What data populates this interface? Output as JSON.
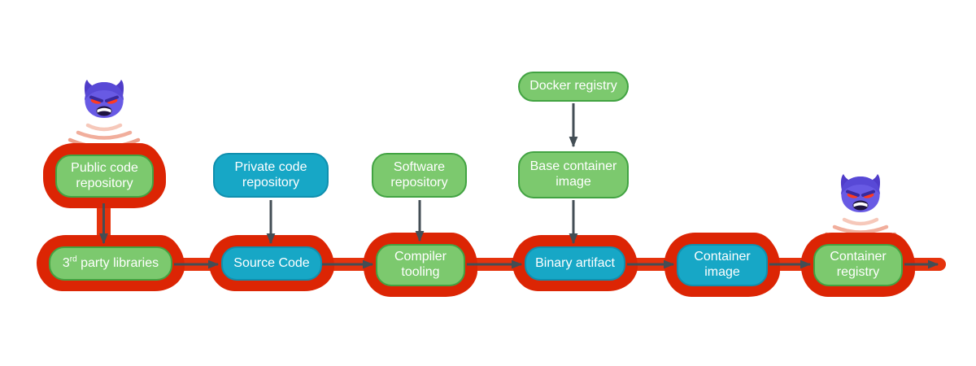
{
  "diagram_name": "software-supply-chain-attack-surface",
  "colors": {
    "safe_green": "#7cc96e",
    "safe_green_border": "#42a342",
    "teal": "#17a7c6",
    "teal_border": "#0f8fae",
    "compromise_red": "#dc2504",
    "attack_flow_red": "#e5330d",
    "arrow_dark": "#434e55",
    "attacker_purple": "#685ae4",
    "wave_pink": "#f1ae9c"
  },
  "nodes": {
    "docker_registry": {
      "label": "Docker registry",
      "variant": "green",
      "compromised": false
    },
    "public_code_repository": {
      "label": "Public code repository",
      "variant": "green",
      "compromised": true
    },
    "private_code_repository": {
      "label": "Private code repository",
      "variant": "teal",
      "compromised": false
    },
    "software_repository": {
      "label": "Software repository",
      "variant": "green",
      "compromised": false
    },
    "base_container_image": {
      "label": "Base container image",
      "variant": "green",
      "compromised": false
    },
    "third_party_libraries": {
      "label_prefix": "3",
      "label_sup": "rd",
      "label_rest": " party libraries",
      "variant": "green",
      "compromised": true
    },
    "source_code": {
      "label": "Source Code",
      "variant": "teal",
      "compromised": true
    },
    "compiler_tooling": {
      "label": "Compiler tooling",
      "variant": "green",
      "compromised": true
    },
    "binary_artifact": {
      "label": "Binary artifact",
      "variant": "teal",
      "compromised": true
    },
    "container_image": {
      "label": "Container image",
      "variant": "teal",
      "compromised": true
    },
    "container_registry": {
      "label": "Container registry",
      "variant": "green",
      "compromised": true
    }
  },
  "icons": {
    "attacker_left": "devil-face-with-horns",
    "attacker_right": "devil-face-with-horns",
    "attack_waves": "broadcast-waves"
  }
}
